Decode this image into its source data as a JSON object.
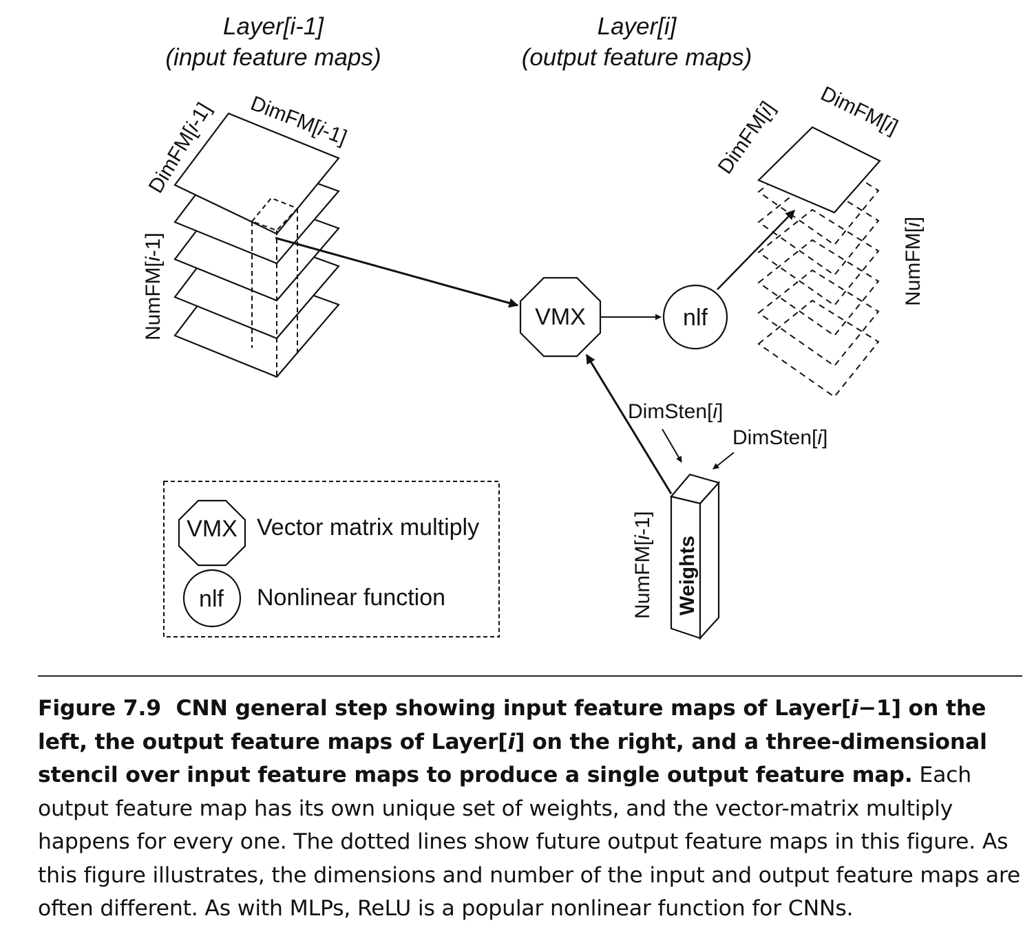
{
  "layers": {
    "input_title": "Layer[i-1]",
    "input_subtitle": "(input feature maps)",
    "output_title": "Layer[i]",
    "output_subtitle": "(output feature maps)"
  },
  "labels": {
    "dim_in_prefix": "DimFM[",
    "dim_in_italic": "i",
    "dim_in_suffix": "-1]",
    "num_in_prefix": "NumFM[",
    "num_in_italic": "i",
    "num_in_suffix": "-1]",
    "dim_out_prefix": "DimFM[",
    "dim_out_italic": "i",
    "dim_out_suffix": "]",
    "num_out_prefix": "NumFM[",
    "num_out_italic": "i",
    "num_out_suffix": "]",
    "sten_prefix": "DimSten[",
    "sten_italic": "i",
    "sten_suffix": "]",
    "weights": "Weights"
  },
  "nodes": {
    "vmx": "VMX",
    "nlf": "nlf"
  },
  "legend": {
    "vmx_symbol": "VMX",
    "vmx_text": "Vector matrix multiply",
    "nlf_symbol": "nlf",
    "nlf_text": "Nonlinear function"
  },
  "caption": {
    "figure_number": "Figure 7.9",
    "bold_1": "CNN general step showing input feature maps of Layer[",
    "bold_1_italic": "i",
    "bold_2": "−1] on the left, the output feature maps of Layer[",
    "bold_2_italic": "i",
    "bold_3": "] on the right, and a three-dimensional stencil over input feature maps to produce a single output feature map.",
    "body": "Each output feature map has its own unique set of weights, and the vector-matrix multiply happens for every one. The dotted lines show future output feature maps in this figure. As this figure illustrates, the dimensions and number of the input and output feature maps are often different. As with MLPs, ReLU is a popular nonlinear function for CNNs."
  }
}
